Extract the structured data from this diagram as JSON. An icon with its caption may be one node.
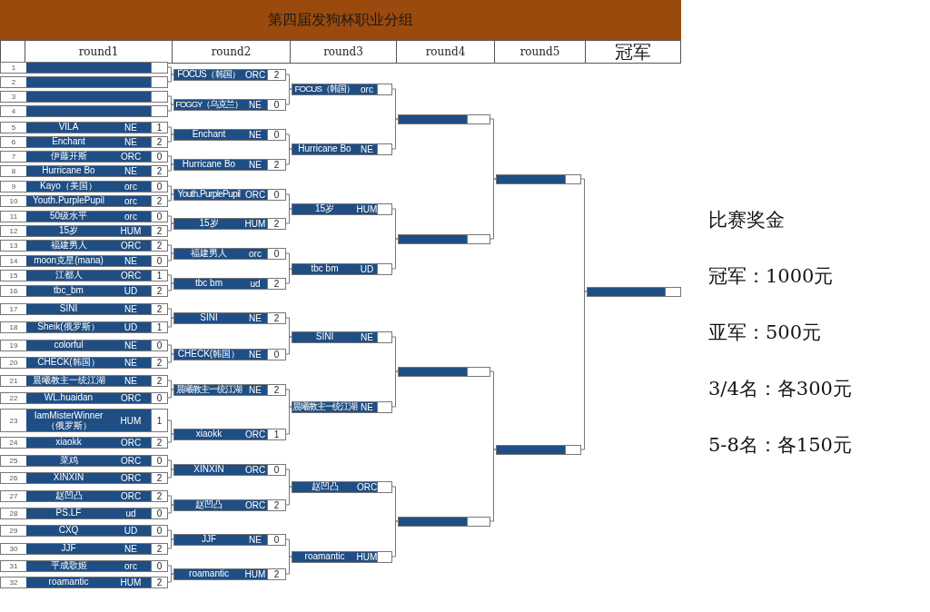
{
  "diagram": {
    "title": "第四届发狗杯职业分组",
    "nodes": [
      {
        "text": [
          "1"
        ]
      },
      {
        "text": [
          "2"
        ]
      },
      {
        "text": [
          "3"
        ]
      },
      {
        "text": [
          "4"
        ]
      },
      {
        "text": [
          "5",
          "VILA",
          "NE",
          "1"
        ]
      },
      {
        "text": [
          "6",
          "Enchant",
          "NE",
          "2"
        ]
      },
      {
        "text": [
          "7",
          "伊藤开斯",
          "ORC",
          "0"
        ]
      },
      {
        "text": [
          "8",
          "Hurricane Bo",
          "NE",
          "2"
        ]
      },
      {
        "text": [
          "9",
          "Kayo（美国）",
          "orc",
          "0"
        ]
      },
      {
        "text": [
          "10",
          "Youth.PurplePupil",
          "orc",
          "2"
        ]
      },
      {
        "text": [
          "11",
          "50级水平",
          "orc",
          "0"
        ]
      },
      {
        "text": [
          "12",
          "15岁",
          "HUM",
          "2"
        ]
      },
      {
        "text": [
          "13",
          "福建男人",
          "ORC",
          "2"
        ]
      },
      {
        "text": [
          "14",
          "moon克星(mana)",
          "NE",
          "0"
        ]
      },
      {
        "text": [
          "15",
          "江都人",
          "ORC",
          "1"
        ]
      },
      {
        "text": [
          "16",
          "tbc_bm",
          "UD",
          "2"
        ]
      },
      {
        "text": [
          "17",
          "SINI",
          "NE",
          "2"
        ]
      },
      {
        "text": [
          "18",
          "Sheik(俄罗斯）",
          "UD",
          "1"
        ]
      },
      {
        "text": [
          "19",
          "colorful",
          "NE",
          "0"
        ]
      },
      {
        "text": [
          "20",
          "CHECK(韩国）",
          "NE",
          "2"
        ]
      },
      {
        "text": [
          "21",
          "晨曦教主一统江湖",
          "NE",
          "2"
        ]
      },
      {
        "text": [
          "22",
          "WL.huaidan",
          "ORC",
          "0"
        ]
      },
      {
        "text": [
          "23",
          "IamMisterWinner（俄罗斯）",
          "HUM",
          "1"
        ]
      },
      {
        "text": [
          "24",
          "xiaokk",
          "ORC",
          "2"
        ]
      },
      {
        "text": [
          "25",
          "菜鸡",
          "ORC",
          "0"
        ]
      },
      {
        "text": [
          "26",
          "XINXIN",
          "ORC",
          "2"
        ]
      },
      {
        "text": [
          "27",
          "赵凹凸",
          "ORC",
          "2"
        ]
      },
      {
        "text": [
          "28",
          "PS.LF",
          "ud",
          "0"
        ]
      },
      {
        "text": [
          "29",
          "CXQ",
          "UD",
          "0"
        ]
      },
      {
        "text": [
          "30",
          "JJF",
          "NE",
          "2"
        ]
      },
      {
        "text": [
          "31",
          "平成歌姬",
          "orc",
          "0"
        ]
      },
      {
        "text": [
          "32",
          "roamantic",
          "HUM",
          "2"
        ]
      },
      {
        "text": [
          "FOCUS（韩国）",
          "ORC",
          "2"
        ]
      },
      {
        "text": [
          "FOGGY（乌克兰）",
          "NE",
          "0"
        ]
      },
      {
        "text": [
          "Enchant",
          "NE",
          "0"
        ]
      },
      {
        "text": [
          "Hurricane Bo",
          "NE",
          "2"
        ]
      },
      {
        "text": [
          "Youth.PurplePupil",
          "ORC",
          "0"
        ]
      },
      {
        "text": [
          "15岁",
          "HUM",
          "2"
        ]
      },
      {
        "text": [
          "福建男人",
          "orc",
          "0"
        ]
      },
      {
        "text": [
          "tbc bm",
          "ud",
          "2"
        ]
      },
      {
        "text": [
          "SINI",
          "NE",
          "2"
        ]
      },
      {
        "text": [
          "CHECK(韩国）",
          "NE",
          "0"
        ]
      },
      {
        "text": [
          "晨曦教主一统江湖",
          "NE",
          "2"
        ]
      },
      {
        "text": [
          "xiaokk",
          "ORC",
          "1"
        ]
      },
      {
        "text": [
          "XINXIN",
          "ORC",
          "0"
        ]
      },
      {
        "text": [
          "赵凹凸",
          "ORC",
          "2"
        ]
      },
      {
        "text": [
          "JJF",
          "NE",
          "0"
        ]
      },
      {
        "text": [
          "roamantic",
          "HUM",
          "2"
        ]
      },
      {
        "text": [
          "FOCUS（韩国）",
          "orc"
        ]
      },
      {
        "text": [
          "Hurricane Bo",
          "NE"
        ]
      },
      {
        "text": [
          "15岁",
          "HUM"
        ]
      },
      {
        "text": [
          "tbc bm",
          "UD"
        ]
      },
      {
        "text": [
          "SINI",
          "NE"
        ]
      },
      {
        "text": [
          "晨曦教主一统江湖",
          "NE"
        ]
      },
      {
        "text": [
          "赵凹凸",
          "ORC"
        ]
      },
      {
        "text": [
          "roamantic",
          "HUM"
        ]
      },
      {
        "text": [],
        "shape": "bar"
      },
      {
        "text": [],
        "shape": "bar"
      },
      {
        "text": [],
        "shape": "bar"
      },
      {
        "text": [],
        "shape": "bar"
      },
      {
        "text": [],
        "shape": "bar"
      },
      {
        "text": [],
        "shape": "bar"
      },
      {
        "text": [],
        "shape": "bar"
      }
    ],
    "edges": [
      {
        "from": 0,
        "to": 32,
        "arrow": "none"
      },
      {
        "from": 1,
        "to": 32,
        "arrow": "none"
      },
      {
        "from": 2,
        "to": 33,
        "arrow": "none"
      },
      {
        "from": 3,
        "to": 33,
        "arrow": "none"
      },
      {
        "from": 4,
        "to": 34,
        "arrow": "none"
      },
      {
        "from": 5,
        "to": 34,
        "arrow": "none"
      },
      {
        "from": 6,
        "to": 35,
        "arrow": "none"
      },
      {
        "from": 7,
        "to": 35,
        "arrow": "none"
      },
      {
        "from": 8,
        "to": 36,
        "arrow": "none"
      },
      {
        "from": 9,
        "to": 36,
        "arrow": "none"
      },
      {
        "from": 10,
        "to": 37,
        "arrow": "none"
      },
      {
        "from": 11,
        "to": 37,
        "arrow": "none"
      },
      {
        "from": 12,
        "to": 38,
        "arrow": "none"
      },
      {
        "from": 13,
        "to": 38,
        "arrow": "none"
      },
      {
        "from": 14,
        "to": 39,
        "arrow": "none"
      },
      {
        "from": 15,
        "to": 39,
        "arrow": "none"
      },
      {
        "from": 16,
        "to": 40,
        "arrow": "none"
      },
      {
        "from": 17,
        "to": 40,
        "arrow": "none"
      },
      {
        "from": 18,
        "to": 41,
        "arrow": "none"
      },
      {
        "from": 19,
        "to": 41,
        "arrow": "none"
      },
      {
        "from": 20,
        "to": 42,
        "arrow": "none"
      },
      {
        "from": 21,
        "to": 42,
        "arrow": "none"
      },
      {
        "from": 22,
        "to": 43,
        "arrow": "none"
      },
      {
        "from": 23,
        "to": 43,
        "arrow": "none"
      },
      {
        "from": 24,
        "to": 44,
        "arrow": "none"
      },
      {
        "from": 25,
        "to": 44,
        "arrow": "none"
      },
      {
        "from": 26,
        "to": 45,
        "arrow": "none"
      },
      {
        "from": 27,
        "to": 45,
        "arrow": "none"
      },
      {
        "from": 28,
        "to": 46,
        "arrow": "none"
      },
      {
        "from": 29,
        "to": 46,
        "arrow": "none"
      },
      {
        "from": 30,
        "to": 47,
        "arrow": "none"
      },
      {
        "from": 31,
        "to": 47,
        "arrow": "none"
      },
      {
        "from": 32,
        "to": 48,
        "arrow": "none"
      },
      {
        "from": 33,
        "to": 48,
        "arrow": "none"
      },
      {
        "from": 34,
        "to": 49,
        "arrow": "none"
      },
      {
        "from": 35,
        "to": 49,
        "arrow": "none"
      },
      {
        "from": 36,
        "to": 50,
        "arrow": "none"
      },
      {
        "from": 37,
        "to": 50,
        "arrow": "none"
      },
      {
        "from": 38,
        "to": 51,
        "arrow": "none"
      },
      {
        "from": 39,
        "to": 51,
        "arrow": "none"
      },
      {
        "from": 40,
        "to": 52,
        "arrow": "none"
      },
      {
        "from": 41,
        "to": 52,
        "arrow": "none"
      },
      {
        "from": 42,
        "to": 53,
        "arrow": "none"
      },
      {
        "from": 43,
        "to": 53,
        "arrow": "none"
      },
      {
        "from": 44,
        "to": 54,
        "arrow": "none"
      },
      {
        "from": 45,
        "to": 54,
        "arrow": "none"
      },
      {
        "from": 46,
        "to": 55,
        "arrow": "none"
      },
      {
        "from": 47,
        "to": 55,
        "arrow": "none"
      },
      {
        "from": 48,
        "to": 56,
        "arrow": "none"
      },
      {
        "from": 49,
        "to": 56,
        "arrow": "none"
      },
      {
        "from": 50,
        "to": 57,
        "arrow": "none"
      },
      {
        "from": 51,
        "to": 57,
        "arrow": "none"
      },
      {
        "from": 52,
        "to": 58,
        "arrow": "none"
      },
      {
        "from": 53,
        "to": 58,
        "arrow": "none"
      },
      {
        "from": 54,
        "to": 59,
        "arrow": "none"
      },
      {
        "from": 55,
        "to": 59,
        "arrow": "none"
      },
      {
        "from": 56,
        "to": 60,
        "arrow": "none"
      },
      {
        "from": 57,
        "to": 60,
        "arrow": "none"
      },
      {
        "from": 58,
        "to": 61,
        "arrow": "none"
      },
      {
        "from": 59,
        "to": 61,
        "arrow": "none"
      },
      {
        "from": 60,
        "to": 62,
        "arrow": "none"
      },
      {
        "from": 61,
        "to": 62,
        "arrow": "none"
      }
    ],
    "labels": [
      "round1",
      "round2",
      "round3",
      "round4",
      "round5",
      "冠军",
      "比赛奖金",
      "冠军：1000元",
      "亚军：500元",
      "3/4名：各300元",
      "5-8名：各150元"
    ]
  }
}
